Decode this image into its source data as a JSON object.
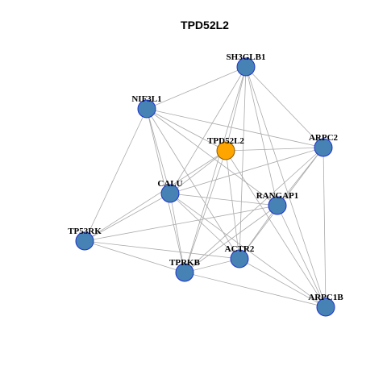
{
  "title": "TPD52L2",
  "colors": {
    "node_fill": "#4682B4",
    "node_stroke": "#1E33CC",
    "highlight_fill": "#FFA500",
    "highlight_stroke": "#8B5A00",
    "edge": "#AAAAAA"
  },
  "nodes": [
    {
      "id": "SH3GLB1",
      "label": "SH3GLB1",
      "highlight": false
    },
    {
      "id": "NIF3L1",
      "label": "NIF3L1",
      "highlight": false
    },
    {
      "id": "TPD52L2",
      "label": "TPD52L2",
      "highlight": true
    },
    {
      "id": "ARPC2",
      "label": "ARPC2",
      "highlight": false
    },
    {
      "id": "CALU",
      "label": "CALU",
      "highlight": false
    },
    {
      "id": "RANGAP1",
      "label": "RANGAP1",
      "highlight": false
    },
    {
      "id": "TP53RK",
      "label": "TP53RK",
      "highlight": false
    },
    {
      "id": "ACTR2",
      "label": "ACTR2",
      "highlight": false
    },
    {
      "id": "TPRKB",
      "label": "TPRKB",
      "highlight": false
    },
    {
      "id": "ARPC1B",
      "label": "ARPC1B",
      "highlight": false
    }
  ],
  "edges": [
    [
      "SH3GLB1",
      "NIF3L1"
    ],
    [
      "SH3GLB1",
      "ARPC2"
    ],
    [
      "SH3GLB1",
      "TPD52L2"
    ],
    [
      "SH3GLB1",
      "CALU"
    ],
    [
      "SH3GLB1",
      "RANGAP1"
    ],
    [
      "SH3GLB1",
      "ACTR2"
    ],
    [
      "SH3GLB1",
      "TPRKB"
    ],
    [
      "SH3GLB1",
      "ARPC1B"
    ],
    [
      "NIF3L1",
      "ARPC2"
    ],
    [
      "NIF3L1",
      "TPD52L2"
    ],
    [
      "NIF3L1",
      "CALU"
    ],
    [
      "NIF3L1",
      "RANGAP1"
    ],
    [
      "NIF3L1",
      "TP53RK"
    ],
    [
      "NIF3L1",
      "ACTR2"
    ],
    [
      "NIF3L1",
      "TPRKB"
    ],
    [
      "TPD52L2",
      "ARPC2"
    ],
    [
      "TPD52L2",
      "CALU"
    ],
    [
      "TPD52L2",
      "TP53RK"
    ],
    [
      "TPD52L2",
      "ACTR2"
    ],
    [
      "TPD52L2",
      "TPRKB"
    ],
    [
      "TPD52L2",
      "ARPC1B"
    ],
    [
      "ARPC2",
      "CALU"
    ],
    [
      "ARPC2",
      "RANGAP1"
    ],
    [
      "ARPC2",
      "ACTR2"
    ],
    [
      "ARPC2",
      "TPRKB"
    ],
    [
      "ARPC2",
      "ARPC1B"
    ],
    [
      "CALU",
      "RANGAP1"
    ],
    [
      "CALU",
      "TP53RK"
    ],
    [
      "CALU",
      "ACTR2"
    ],
    [
      "CALU",
      "TPRKB"
    ],
    [
      "CALU",
      "ARPC1B"
    ],
    [
      "RANGAP1",
      "TP53RK"
    ],
    [
      "RANGAP1",
      "ACTR2"
    ],
    [
      "RANGAP1",
      "TPRKB"
    ],
    [
      "RANGAP1",
      "ARPC1B"
    ],
    [
      "TP53RK",
      "ACTR2"
    ],
    [
      "TP53RK",
      "TPRKB"
    ],
    [
      "ACTR2",
      "TPRKB"
    ],
    [
      "ACTR2",
      "ARPC1B"
    ],
    [
      "TPRKB",
      "ARPC1B"
    ]
  ]
}
